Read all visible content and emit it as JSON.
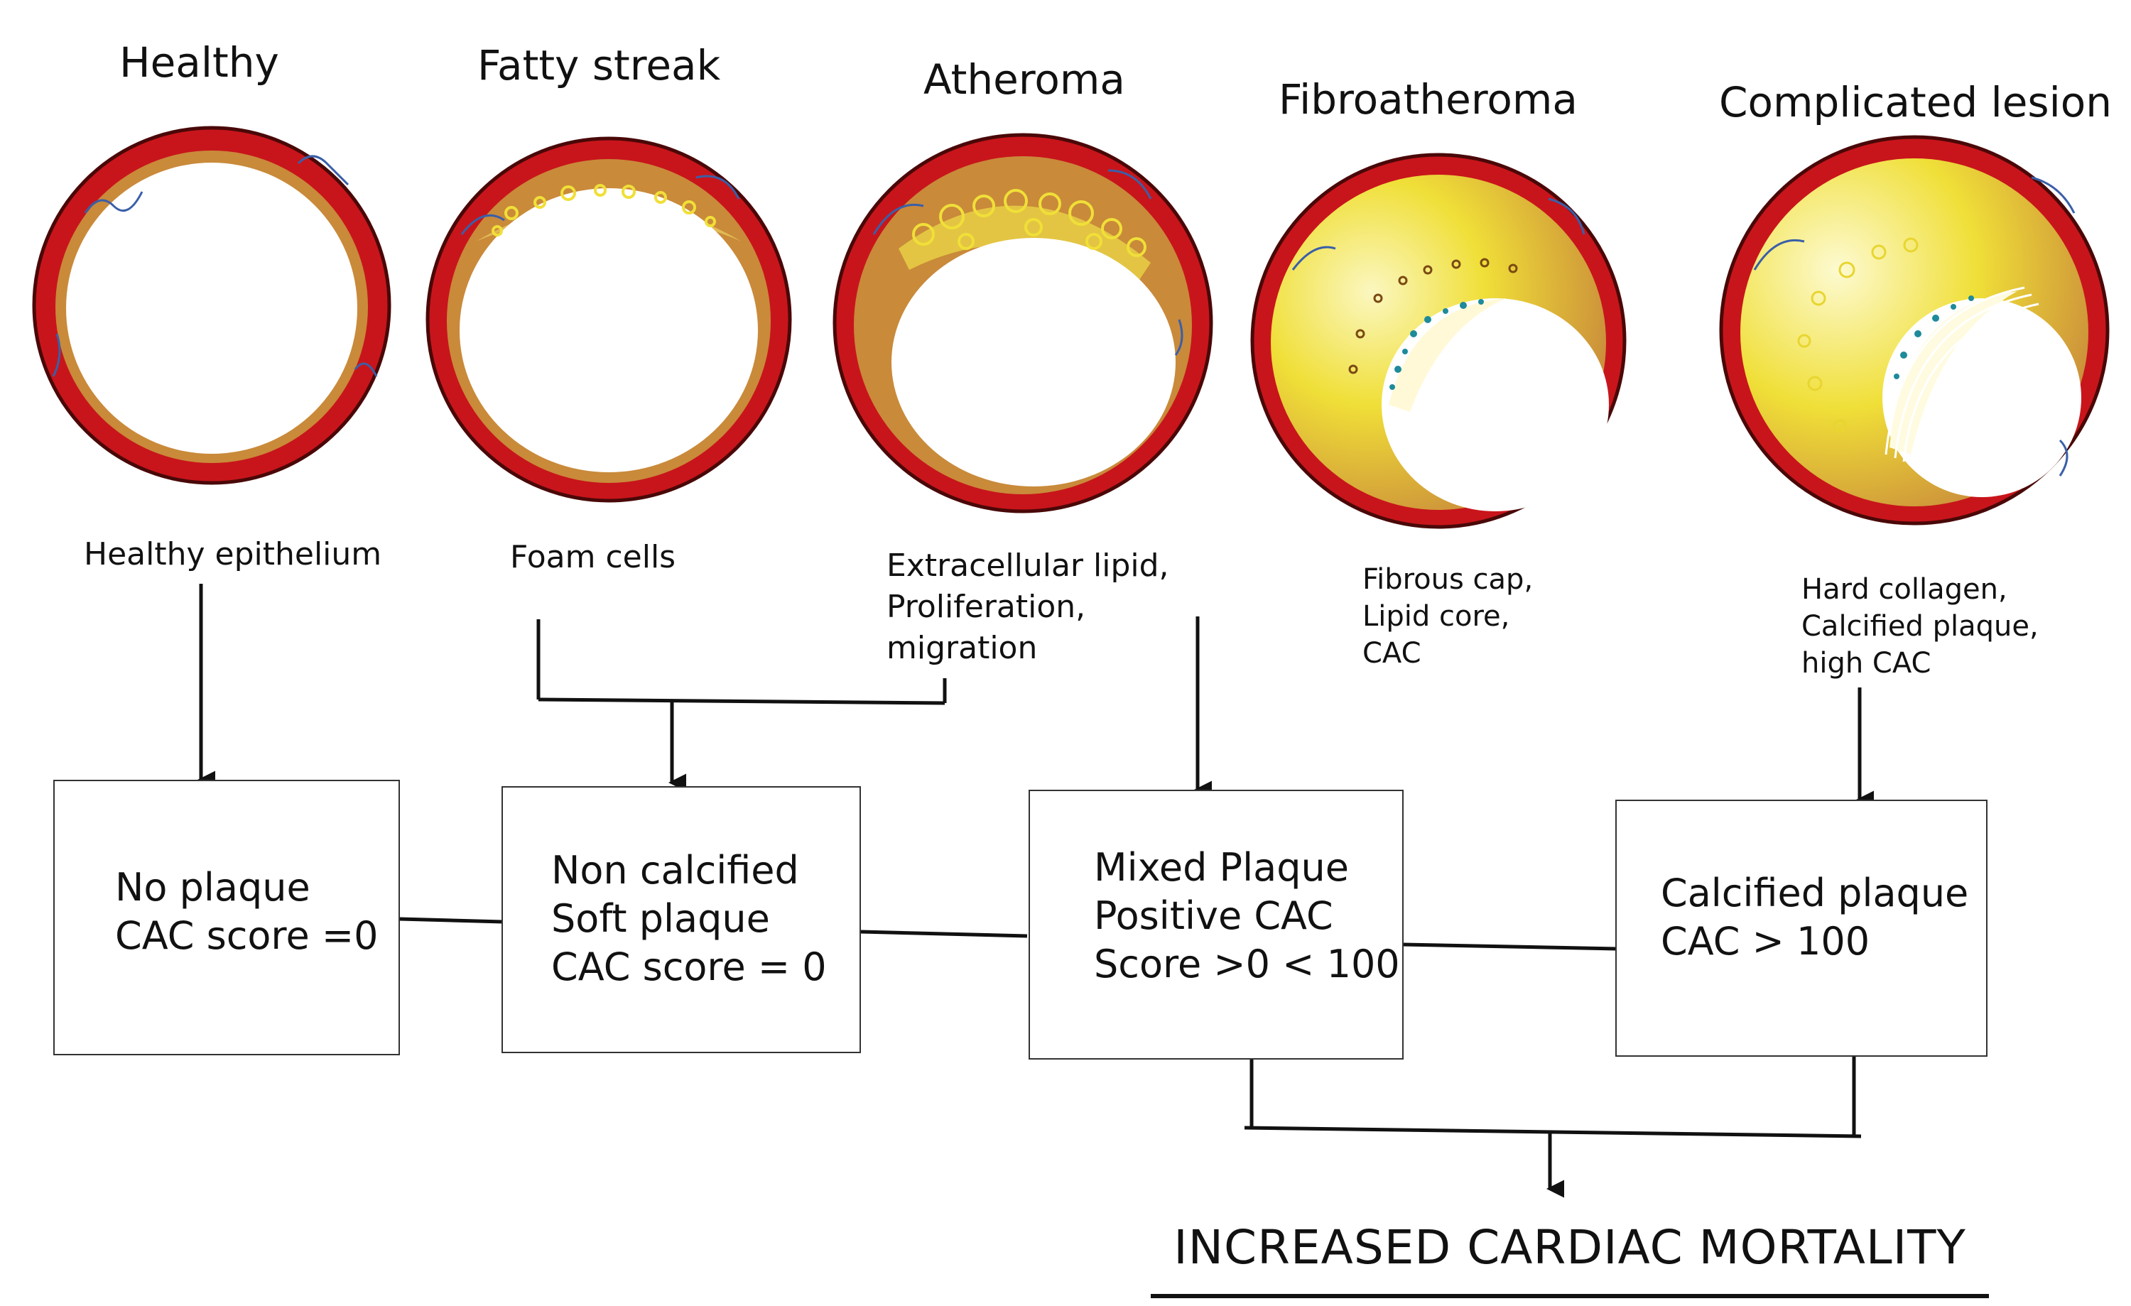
{
  "stages": [
    {
      "title": "Healthy",
      "description": "Healthy epithelium"
    },
    {
      "title": "Fatty streak",
      "description": "Foam cells"
    },
    {
      "title": "Atheroma",
      "description": "Extracellular lipid,\nProliferation,\nmigration"
    },
    {
      "title": "Fibroatheroma",
      "description": "Fibrous cap,\nLipid core,\nCAC"
    },
    {
      "title": "Complicated lesion",
      "description": "Hard collagen,\nCalcified plaque,\nhigh CAC"
    }
  ],
  "boxes": [
    {
      "text": "No plaque\nCAC score =0"
    },
    {
      "text": "Non calcified\nSoft plaque\nCAC score = 0"
    },
    {
      "text": "Mixed Plaque\nPositive CAC\nScore >0 < 100"
    },
    {
      "text": "Calcified plaque\nCAC > 100"
    }
  ],
  "outcome": "INCREASED CARDIAC MORTALITY",
  "colors": {
    "vessel_wall": "#c8151b",
    "vessel_outline": "#4a0808",
    "media": "#c98a3a",
    "lipid": "#f0df38",
    "collagen_fibers": "#3a5fa8",
    "calcium": "#1e8a9a"
  }
}
